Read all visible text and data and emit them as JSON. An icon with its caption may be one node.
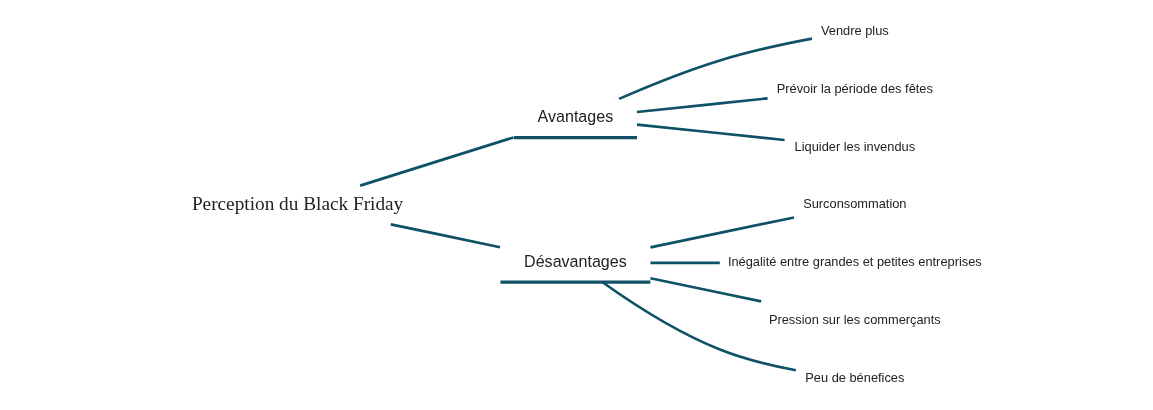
{
  "diagram": {
    "nodes": [
      {
        "text": [
          "Perception du Black Friday"
        ]
      },
      {
        "text": [
          "Avantages"
        ]
      },
      {
        "text": [
          "Désavantages"
        ]
      },
      {
        "text": [
          "Vendre plus"
        ]
      },
      {
        "text": [
          "Prévoir la période des fêtes"
        ]
      },
      {
        "text": [
          "Liquider les invendus"
        ]
      },
      {
        "text": [
          "Surconsommation"
        ]
      },
      {
        "text": [
          "Inégalité entre grandes et petites entreprises"
        ]
      },
      {
        "text": [
          "Pression sur les commerçants"
        ]
      },
      {
        "text": [
          "Peu de bénefices"
        ]
      }
    ],
    "edges": [
      {
        "from": 0,
        "to": 1,
        "arrow": "none"
      },
      {
        "from": 0,
        "to": 2,
        "arrow": "none"
      },
      {
        "from": 1,
        "to": 3,
        "arrow": "none"
      },
      {
        "from": 1,
        "to": 4,
        "arrow": "none"
      },
      {
        "from": 1,
        "to": 5,
        "arrow": "none"
      },
      {
        "from": 2,
        "to": 6,
        "arrow": "none"
      },
      {
        "from": 2,
        "to": 7,
        "arrow": "none"
      },
      {
        "from": 2,
        "to": 8,
        "arrow": "none"
      },
      {
        "from": 2,
        "to": 9,
        "arrow": "none"
      }
    ]
  }
}
